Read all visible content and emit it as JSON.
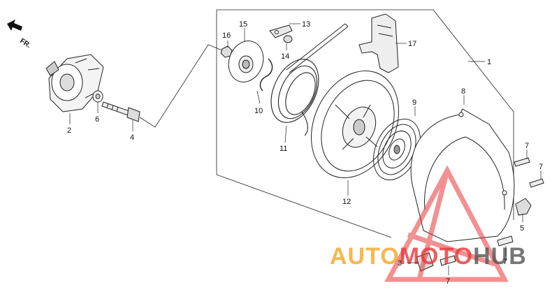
{
  "direction_label": "FR.",
  "watermark": {
    "part1": "AUTO",
    "part2": "MOTO",
    "part3": "HUB",
    "color_orange": "#f5a623",
    "color_red": "#e8373a",
    "color_gray": "#555555"
  },
  "callouts": [
    {
      "id": "c1",
      "text": "1"
    },
    {
      "id": "c2",
      "text": "2"
    },
    {
      "id": "c3",
      "text": "3"
    },
    {
      "id": "c4",
      "text": "4"
    },
    {
      "id": "c5",
      "text": "5"
    },
    {
      "id": "c6",
      "text": "6"
    },
    {
      "id": "c7a",
      "text": "7"
    },
    {
      "id": "c7b",
      "text": "7"
    },
    {
      "id": "c7c",
      "text": "7"
    },
    {
      "id": "c7d",
      "text": "7"
    },
    {
      "id": "c8",
      "text": "8"
    },
    {
      "id": "c9",
      "text": "9"
    },
    {
      "id": "c10",
      "text": "10"
    },
    {
      "id": "c11",
      "text": "11"
    },
    {
      "id": "c12",
      "text": "12"
    },
    {
      "id": "c13",
      "text": "13"
    },
    {
      "id": "c14",
      "text": "14"
    },
    {
      "id": "c15",
      "text": "15"
    },
    {
      "id": "c16",
      "text": "16"
    },
    {
      "id": "c17",
      "text": "17"
    }
  ]
}
